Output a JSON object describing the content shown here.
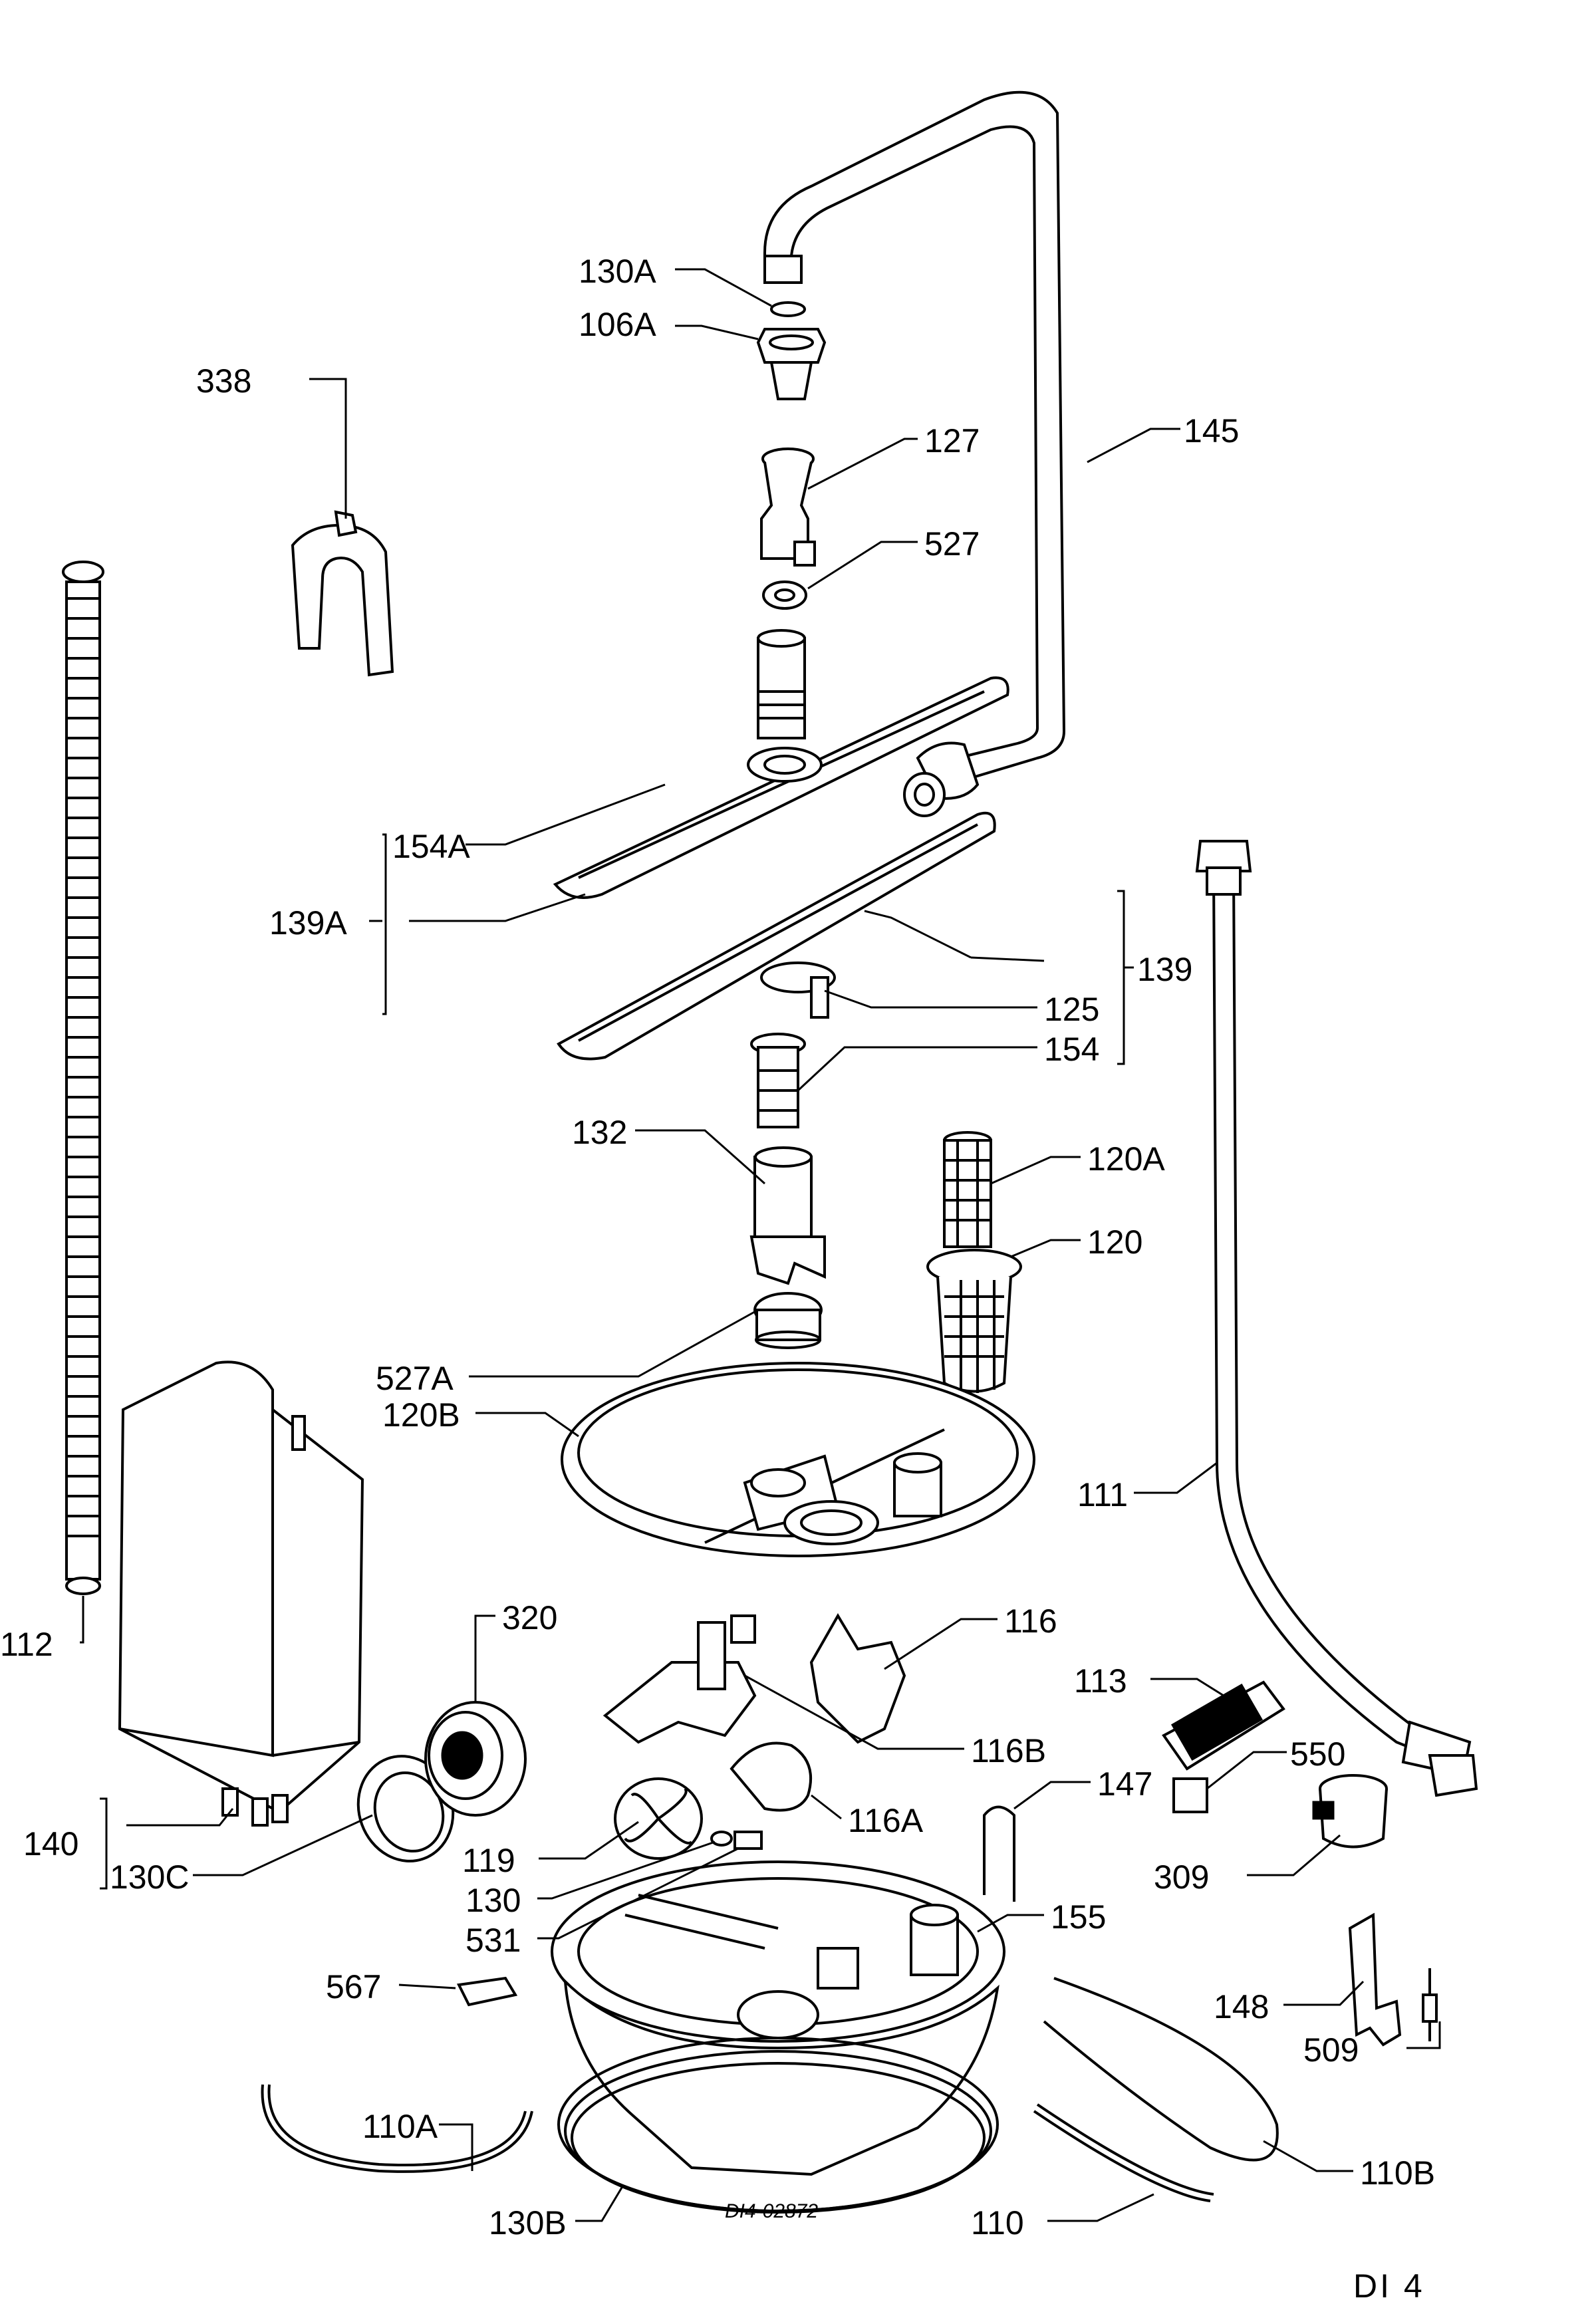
{
  "labels": {
    "l130A": "130A",
    "l106A": "106A",
    "l338": "338",
    "l127": "127",
    "l145": "145",
    "l527": "527",
    "l154A": "154A",
    "l139A": "139A",
    "l139": "139",
    "l125": "125",
    "l154": "154",
    "l132": "132",
    "l120A": "120A",
    "l120": "120",
    "l527A": "527A",
    "l120B": "120B",
    "l111": "111",
    "l112": "112",
    "l320": "320",
    "l116": "116",
    "l113": "113",
    "l116B": "116B",
    "l550": "550",
    "l147": "147",
    "l116A": "116A",
    "l140": "140",
    "l130C": "130C",
    "l119": "119",
    "l309": "309",
    "l130": "130",
    "l531": "531",
    "l155": "155",
    "l567": "567",
    "l148": "148",
    "l509": "509",
    "l110A": "110A",
    "l110B": "110B",
    "l130B": "130B",
    "l110": "110"
  },
  "drawing_code": "DI4-02872",
  "page_code": "DI 4",
  "colors": {
    "ink": "#000000",
    "paper": "#ffffff"
  }
}
